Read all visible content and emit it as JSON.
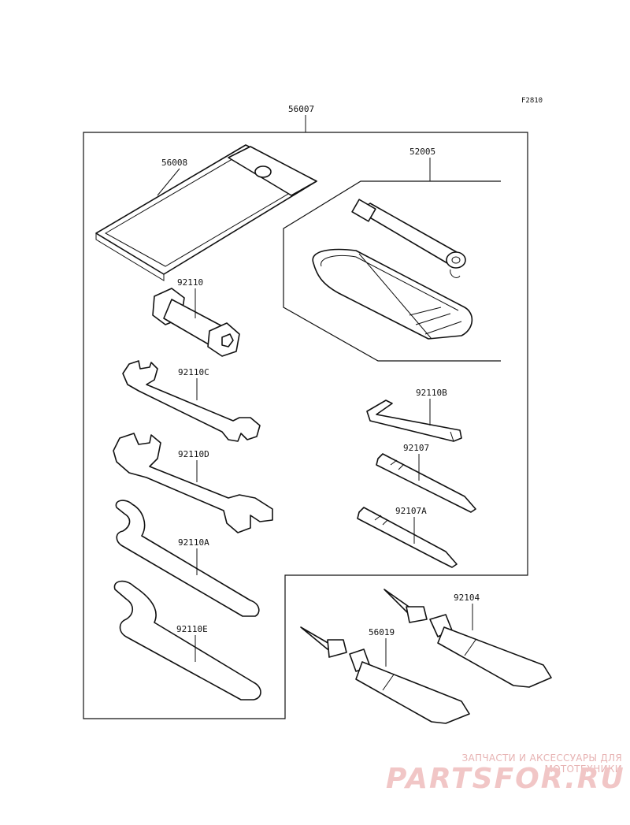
{
  "figure_code": "F2810",
  "parts": {
    "toolkit": "56007",
    "case": "56008",
    "pump": "52005",
    "plug_wrench": "92110",
    "wrench_c": "92110C",
    "wrench_d": "92110D",
    "hook_a": "92110A",
    "hook_e": "92110E",
    "hex_key": "92110B",
    "screwdriver_1": "92107",
    "screwdriver_2": "92107A",
    "tube_1": "92104",
    "tube_2": "56019"
  },
  "watermark": {
    "tagline": "ЗАПЧАСТИ И АКСЕССУАРЫ ДЛЯ МОТОТЕХНИКИ",
    "brand": "PARTSFOR.RU"
  }
}
